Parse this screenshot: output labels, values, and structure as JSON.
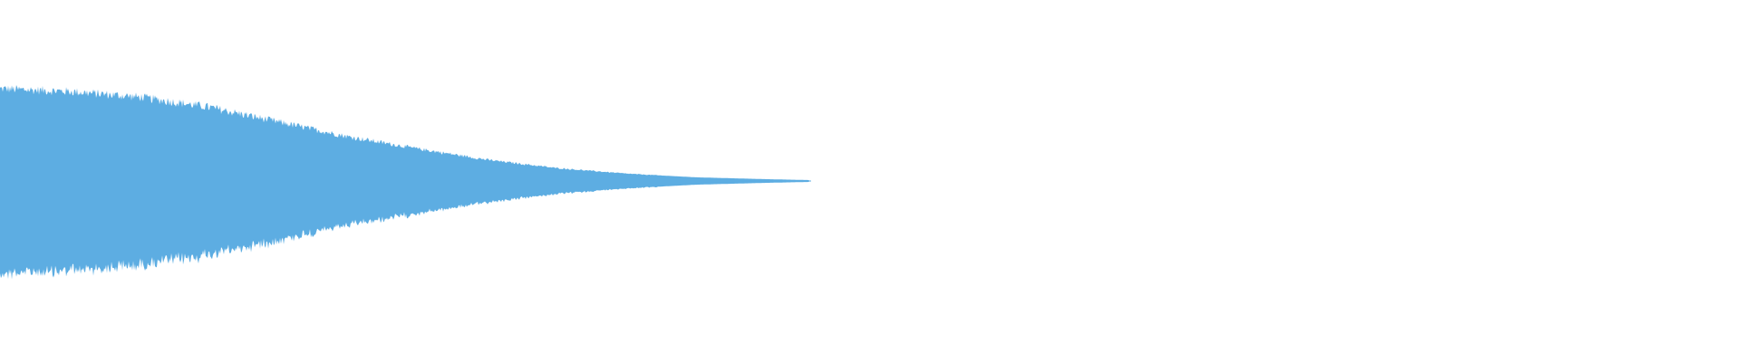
{
  "waveform": {
    "color": "#5dade2",
    "background": "#ffffff",
    "channels": 1,
    "visible_fraction_with_audio": 0.465,
    "envelope": [
      [
        0.0,
        1.0
      ],
      [
        0.04,
        0.97
      ],
      [
        0.08,
        0.91
      ],
      [
        0.12,
        0.8
      ],
      [
        0.16,
        0.64
      ],
      [
        0.2,
        0.48
      ],
      [
        0.24,
        0.35
      ],
      [
        0.28,
        0.23
      ],
      [
        0.32,
        0.14
      ],
      [
        0.36,
        0.08
      ],
      [
        0.4,
        0.04
      ],
      [
        0.44,
        0.02
      ],
      [
        0.465,
        0.01
      ]
    ]
  }
}
